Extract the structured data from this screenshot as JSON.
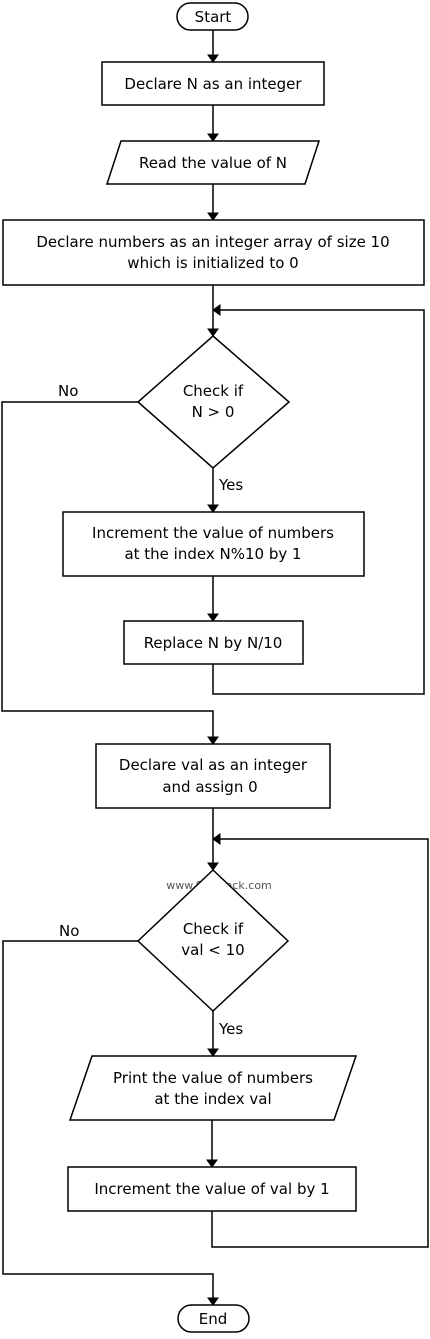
{
  "nodes": {
    "start": "Start",
    "declare_n": "Declare N as an integer",
    "read_n": "Read the value of N",
    "declare_numbers": [
      "Declare numbers as an integer array of size 10",
      "which is initialized to 0"
    ],
    "check_n": [
      "Check if",
      "N > 0"
    ],
    "increment_numbers": [
      "Increment the value of numbers",
      "at the index N%10 by 1"
    ],
    "replace_n": "Replace N by N/10",
    "declare_val": [
      "Declare val as an integer",
      "and assign 0"
    ],
    "check_val": [
      "Check if",
      "val < 10"
    ],
    "print_numbers": [
      "Print the value of numbers",
      "at the index val"
    ],
    "increment_val": "Increment the value of val by 1",
    "end": "End"
  },
  "labels": {
    "yes_1": "Yes",
    "no_1": "No",
    "yes_2": "Yes",
    "no_2": "No"
  },
  "watermark": "www.SkillRack.com"
}
